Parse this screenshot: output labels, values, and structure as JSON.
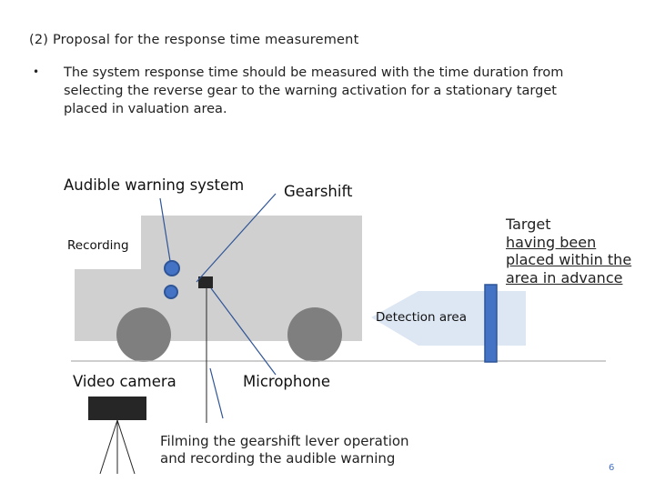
{
  "heading": "(2) Proposal for the response time measurement",
  "bullet": {
    "marker": "•",
    "lines": [
      "The system response time should be measured with the time duration from",
      "selecting the reverse gear to the warning activation for a stationary target",
      "placed in valuation area."
    ]
  },
  "labels": {
    "audible_warning_system": "Audible warning system",
    "gearshift": "Gearshift",
    "recording": "Recording",
    "detection_area": "Detection area",
    "video_camera": "Video camera",
    "microphone": "Microphone",
    "target_title": "Target",
    "target_lines": [
      "having been",
      "placed within the",
      "area in advance"
    ],
    "caption_lines": [
      "Filming the gearshift lever operation",
      "and recording the audible warning"
    ]
  },
  "page_number": "6",
  "colors": {
    "vehicle_body": "#d0d0d0",
    "wheels": "#7f7f7f",
    "detection_zone": "#dde6f3",
    "speaker": "#4472c4",
    "target_pole": "#4472c4",
    "device": "#262626",
    "ground": "#b0b0b0",
    "pointer_lines": "#2f5597"
  }
}
